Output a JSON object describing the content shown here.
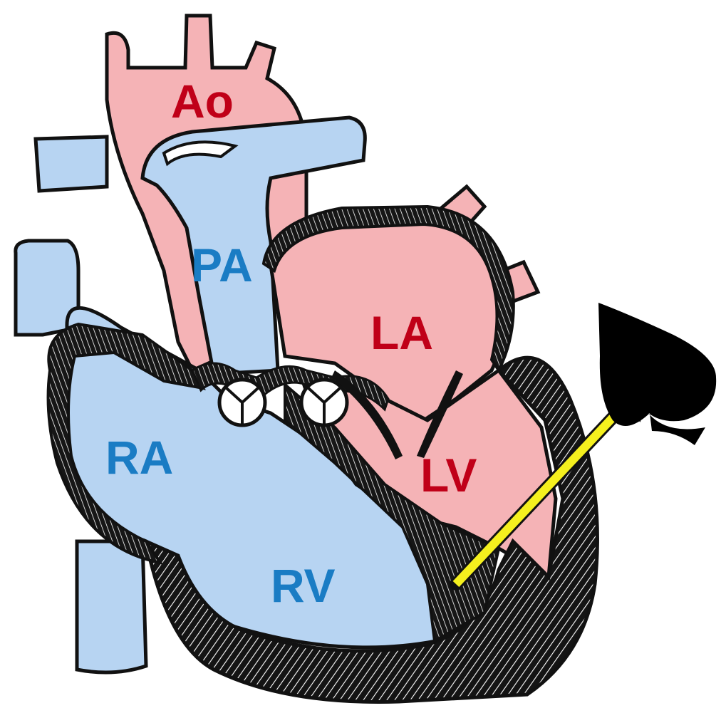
{
  "labels": {
    "ao": "Ao",
    "pa": "PA",
    "la": "LA",
    "lv": "LV",
    "ra": "RA",
    "rv": "RV"
  },
  "colors": {
    "left_heart_fill": "#f5b3b6",
    "right_heart_fill": "#b7d4f2",
    "left_label": "#c00018",
    "right_label": "#1a7cc4",
    "outline": "#111111",
    "muscle": "#1a1a1a",
    "arrow": "#f5f01e",
    "spade": "#000000"
  },
  "icons": {
    "marker": "spade-icon",
    "pointer": "arrow-icon"
  }
}
